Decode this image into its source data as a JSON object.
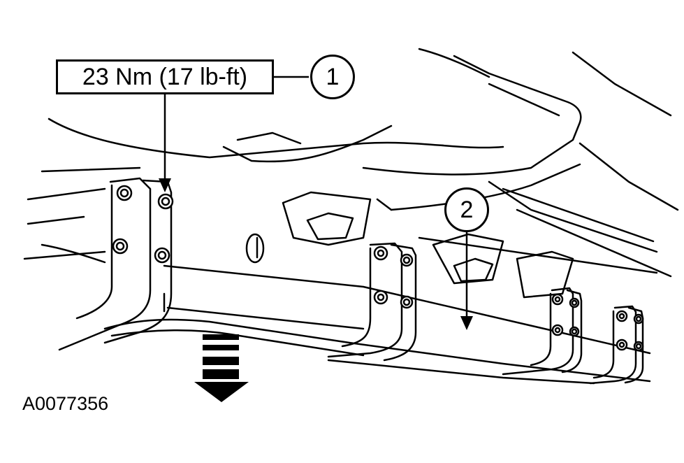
{
  "callout": {
    "torque_label": "23 Nm (17 lb-ft)",
    "item_1": "1",
    "item_2": "2"
  },
  "figure_id": "A0077356",
  "colors": {
    "line": "#000000",
    "background": "#ffffff"
  },
  "icons": [
    "down-direction-arrow-icon",
    "leader-arrow-icon"
  ]
}
